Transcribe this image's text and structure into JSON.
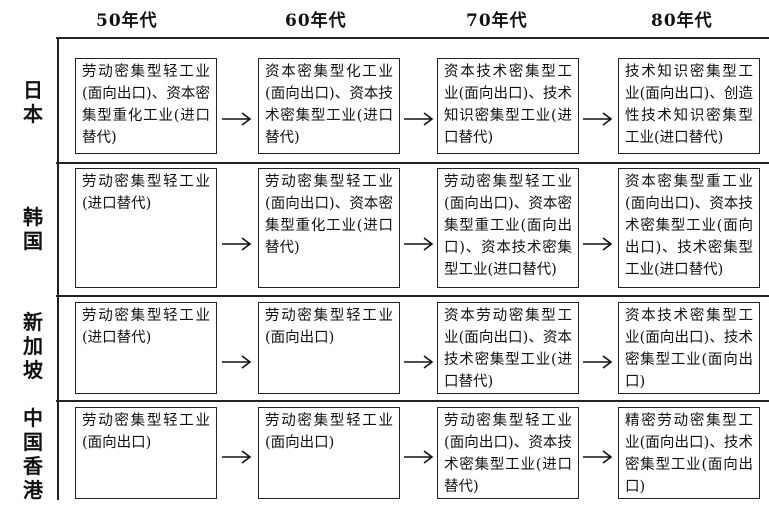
{
  "decades": [
    "50年代",
    "60年代",
    "70年代",
    "80年代"
  ],
  "countries": [
    {
      "name": "日本",
      "stages": [
        "劳动密集型轻工业(面向出口)、资本密集型重化工业(进口替代)",
        "资本密集型化工业(面向出口)、资本技术密集型工业(进口替代)",
        "资本技术密集型工业(面向出口)、技术知识密集型工业(进口替代)",
        "技术知识密集型工业(面向出口)、创造性技术知识密集型工业(进口替代)"
      ]
    },
    {
      "name": "韩国",
      "stages": [
        "劳动密集型轻工业(进口替代)",
        "劳动密集型轻工业(面向出口)、资本密集型重化工业(进口替代)",
        "劳动密集型轻工业(面向出口)、资本密集型重工业(面向出口)、资本技术密集型工业(进口替代)",
        "资本密集型重工业(面向出口)、资本技术密集型工业(面向出口)、技术密集型工业(进口替代)"
      ]
    },
    {
      "name": "新加坡",
      "stages": [
        "劳动密集型轻工业(进口替代)",
        "劳动密集型轻工业(面向出口)",
        "资本劳动密集型工业(面向出口)、资本技术密集型工业(进口替代)",
        "资本技术密集型工业(面向出口)、技术密集型工业(面向出口)"
      ]
    },
    {
      "name": "中国香港",
      "stages": [
        "劳动密集型轻工业(面向出口)",
        "劳动密集型轻工业(面向出口)",
        "劳动密集型轻工业(面向出口)、资本技术密集型工业(进口替代)",
        "精密劳动密集型工业(面向出口)、技术密集型工业(面向出口)"
      ]
    }
  ]
}
